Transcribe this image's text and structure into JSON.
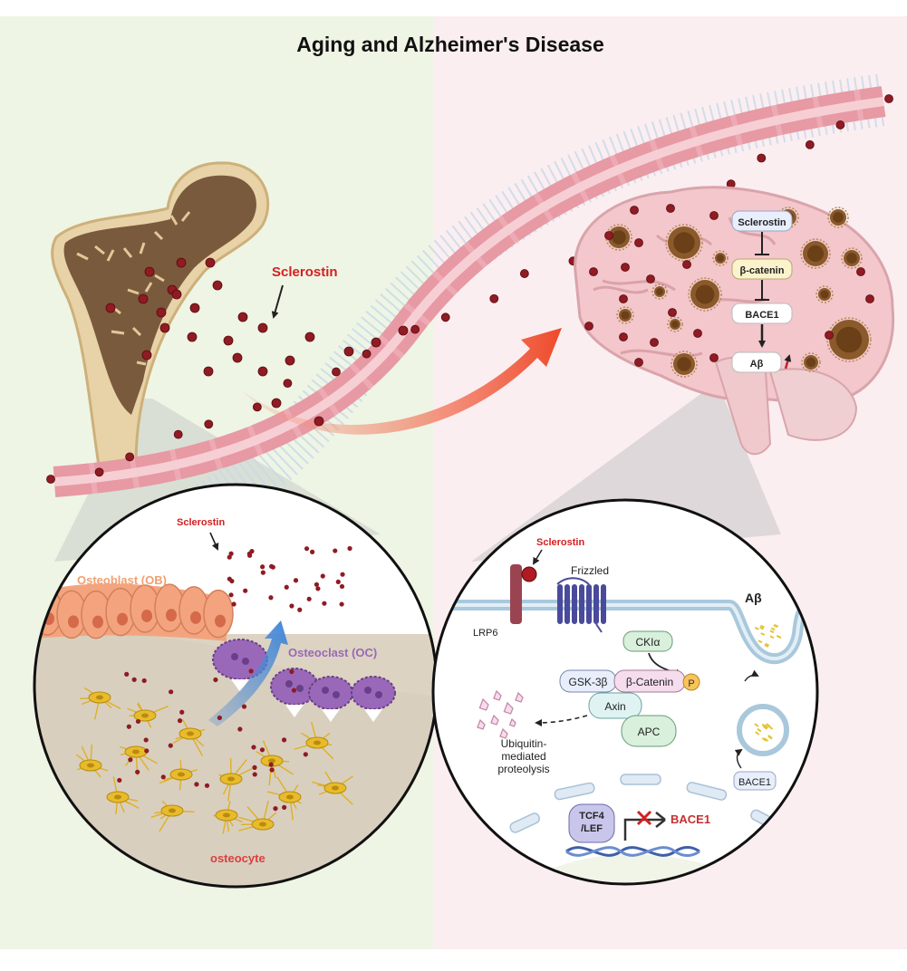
{
  "title": "Aging and Alzheimer's Disease",
  "labels": {
    "sclerostin_main": "Sclerostin",
    "sclerostin_bone": "Sclerostin",
    "sclerostin_receptor": "Sclerostin",
    "osteoblast": "Osteoblast (OB)",
    "osteoclast": "Osteoclast (OC)",
    "osteocyte": "osteocyte",
    "frizzled": "Frizzled",
    "lrp6": "LRP6",
    "abeta_vesicle": "Aβ",
    "ckia": "CKIα",
    "gsk3b": "GSK-3β",
    "bcatenin": "β-Catenin",
    "phospho": "P",
    "axin": "Axin",
    "apc": "APC",
    "ubiquitin": "Ubiquitin-\nmediated\nproteolysis",
    "bace1_vesicle": "BACE1",
    "tcf4": "TCF4\n/LEF",
    "bace1_gene": "BACE1"
  },
  "brain_pathway": [
    {
      "label": "Sclerostin"
    },
    {
      "label": "β-catenin"
    },
    {
      "label": "BACE1"
    },
    {
      "label": "Aβ"
    }
  ],
  "colors": {
    "left_bg": "#eef5e4",
    "right_bg": "#fbeef0",
    "vessel": "#eeaab4",
    "particle": "#8f1b23",
    "arrow": "#ef5a3a",
    "sclerostin_text": "#d42020",
    "osteoblast": "#f3a47e",
    "osteoclast": "#9a68b8",
    "osteocyte": "#e8bb2a",
    "frizzled": "#4a4a9c",
    "lrp6": "#9a4452"
  },
  "icons": [
    "bone-icon",
    "brain-icon",
    "blood-vessel-icon",
    "dna-icon",
    "inhibition-arrow-icon",
    "red-cross-icon",
    "phosphate-icon"
  ]
}
